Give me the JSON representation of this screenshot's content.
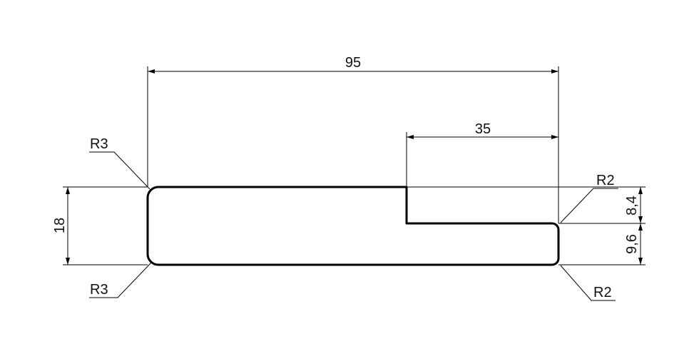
{
  "drawing": {
    "dimensions": {
      "overall_width": "95",
      "step_width": "35",
      "overall_height": "18",
      "upper_step_height": "8,4",
      "lower_step_height": "9,6"
    },
    "radii": {
      "top_left": "R3",
      "bottom_left": "R3",
      "top_right": "R2",
      "bottom_right": "R2"
    }
  }
}
